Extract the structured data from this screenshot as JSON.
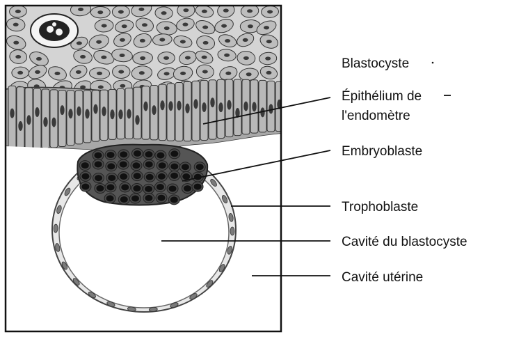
{
  "labels": {
    "blastocyste": "Blastocyste",
    "epithelium_line1": "Épithélium de",
    "epithelium_line2": "l'endomètre",
    "embryoblaste": "Embryoblaste",
    "trophoblaste": "Trophoblaste",
    "cavite_blastocyste": "Cavité du blastocyste",
    "cavite_uterine": "Cavité utérine"
  },
  "colors": {
    "stroma_bg": "#d9d9d9",
    "stroma_cell": "#bdbdbd",
    "nucleus": "#3a3a3a",
    "epithelium_bg": "#9a9a9a",
    "epithelium_cell": "#b8b8b8",
    "embryoblast": "#4a4a4a",
    "embryoblast_nucleus": "#111111",
    "trophoblast": "#e4e4e4",
    "line": "#111111"
  }
}
